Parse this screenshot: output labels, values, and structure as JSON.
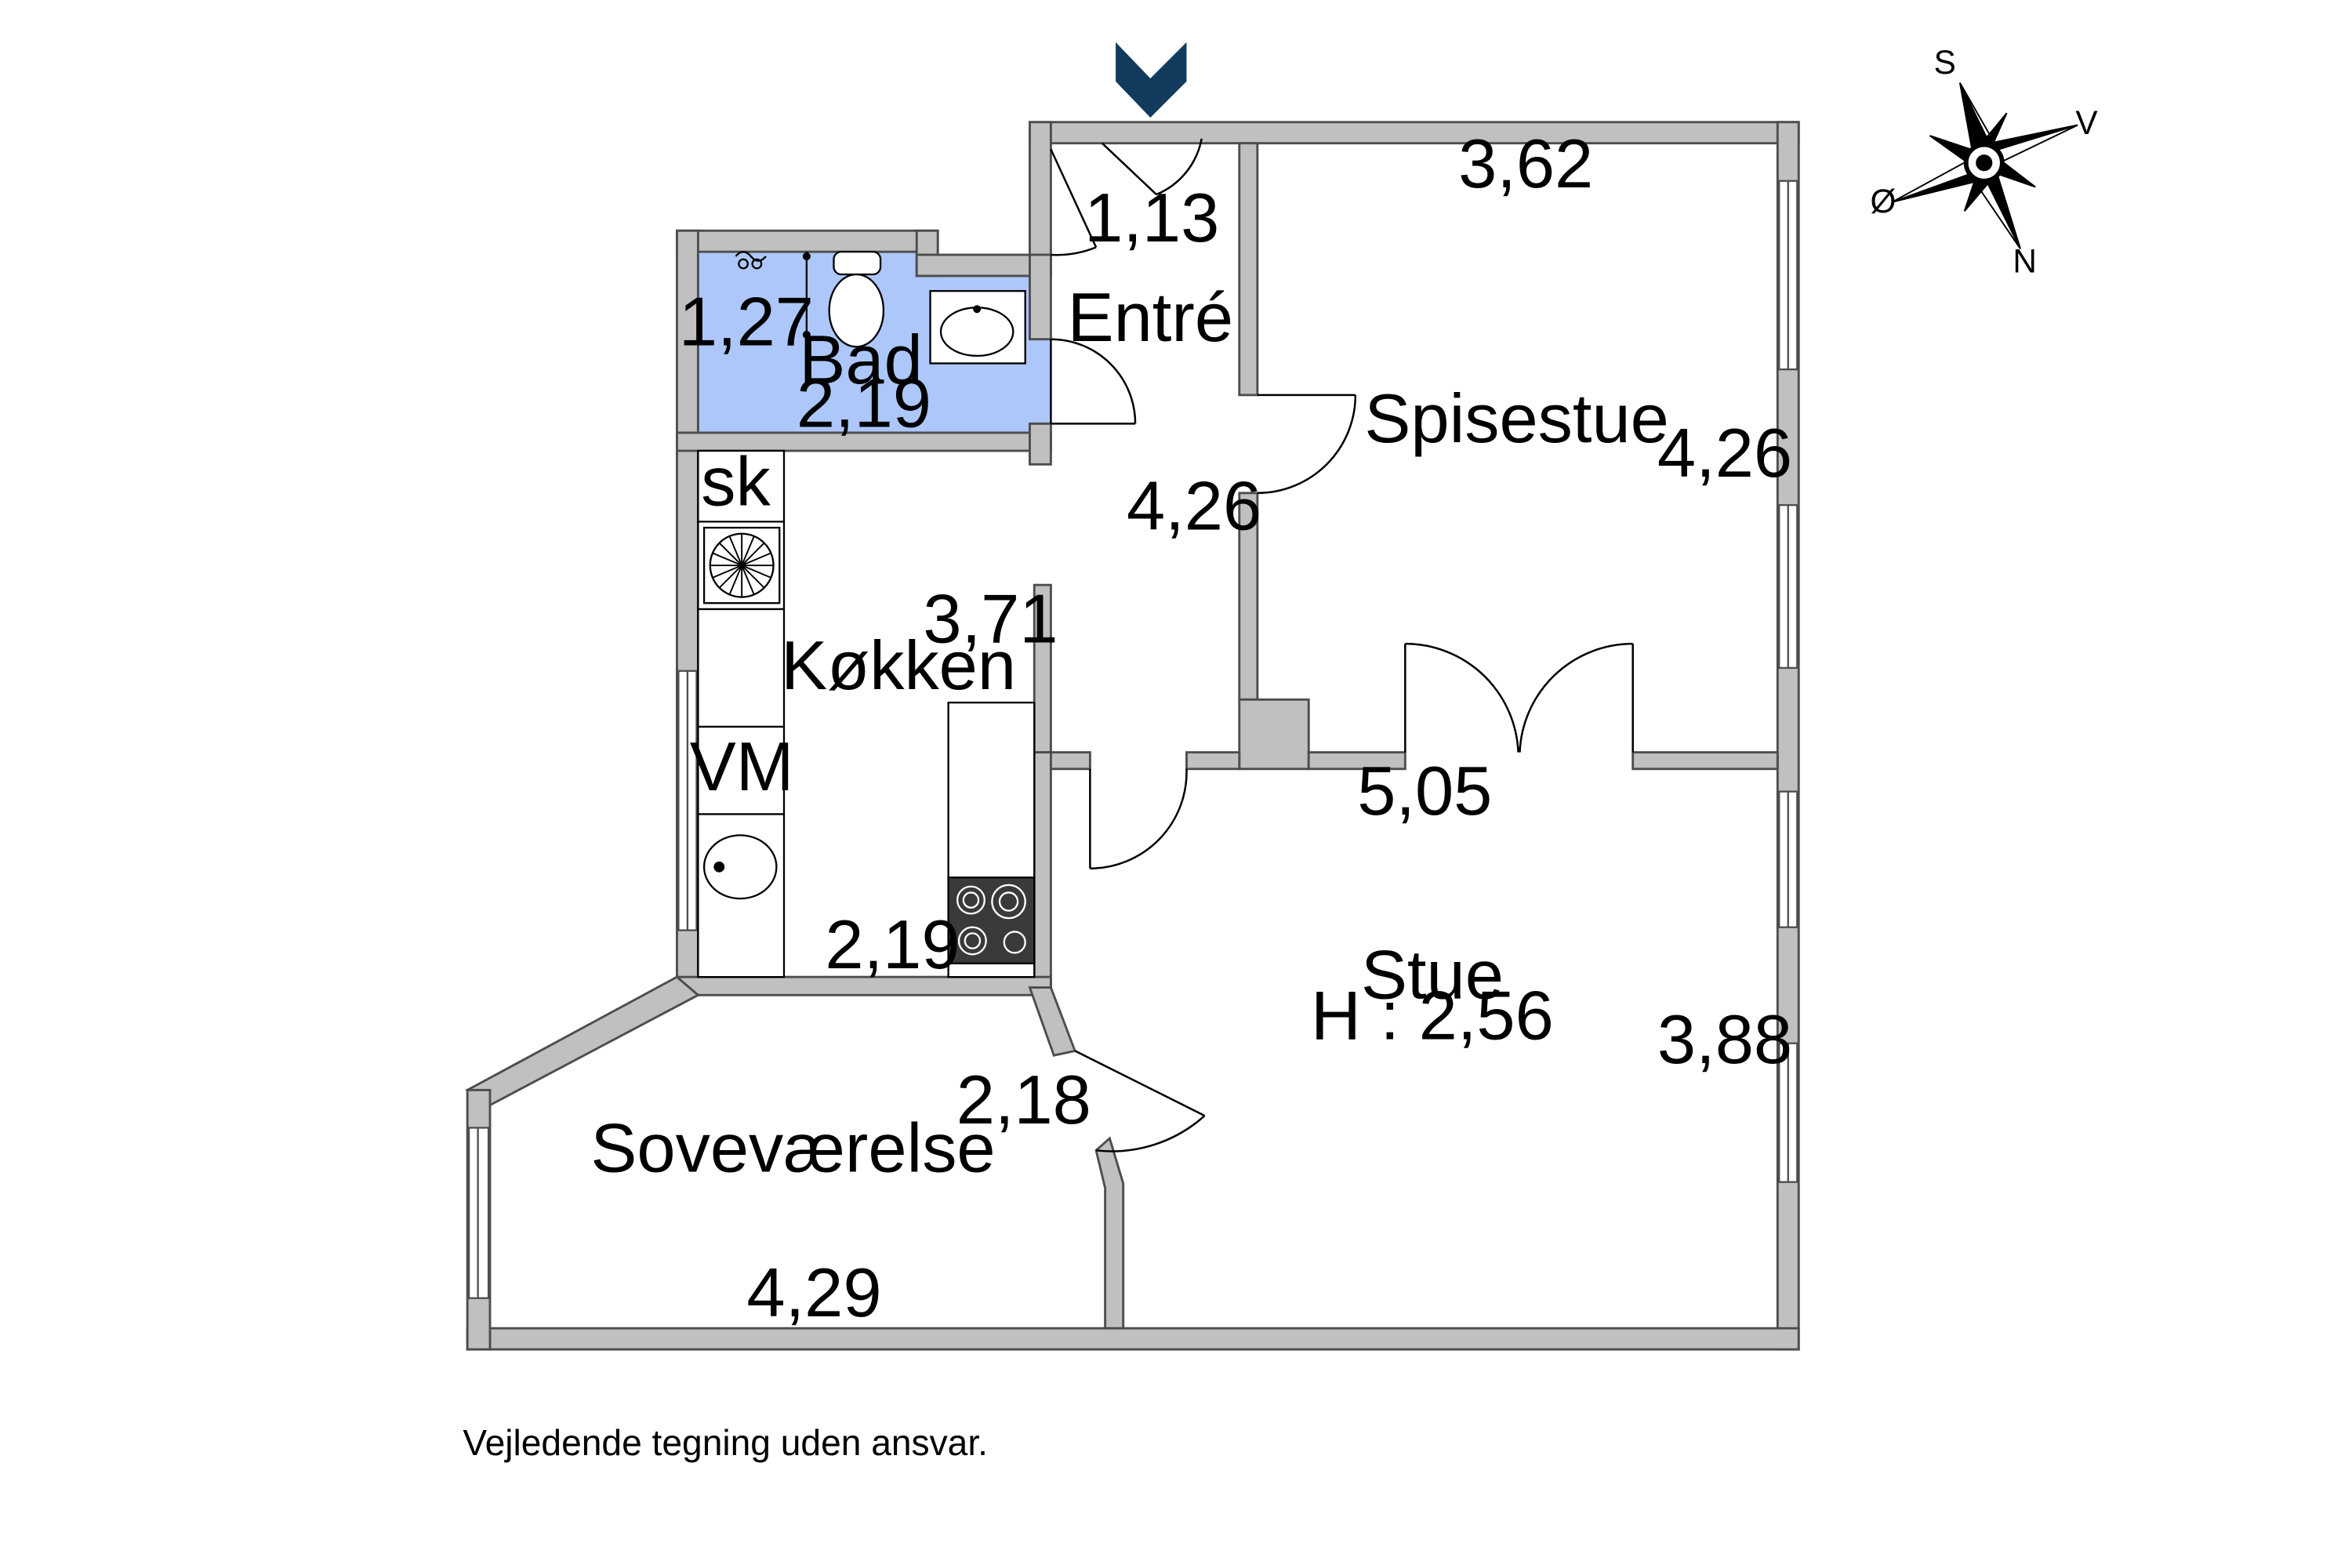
{
  "rooms": {
    "entre": {
      "label": "Entré",
      "dim": "1,13"
    },
    "bad": {
      "label": "Bad",
      "dim_a": "2,19",
      "dim_b": "1,27"
    },
    "spisestue": {
      "label": "Spisestue",
      "dim_top": "3,62",
      "dim_right": "4,26"
    },
    "hall_dim": "4,26",
    "kokken": {
      "label": "Køkken",
      "dim_a": "3,71",
      "dim_b": "2,19",
      "sk": "sk",
      "vm": "VM"
    },
    "stue": {
      "label": "Stue",
      "height": "H : 2,56",
      "dim_top": "5,05",
      "dim_right": "3,88"
    },
    "sovevaerelse": {
      "label": "Soveværelse",
      "dim_door": "2,18",
      "dim_bottom": "4,29"
    }
  },
  "compass": {
    "s": "S",
    "v": "V",
    "o": "Ø",
    "n": "N"
  },
  "disclaimer": "Vejledende tegning uden ansvar.",
  "colors": {
    "wall": "#c0c0c0",
    "wall_edge": "#4d4d4d",
    "bath": "#adc7fa",
    "entrance_marker": "#123a5c",
    "stove": "#3a3a3a"
  }
}
